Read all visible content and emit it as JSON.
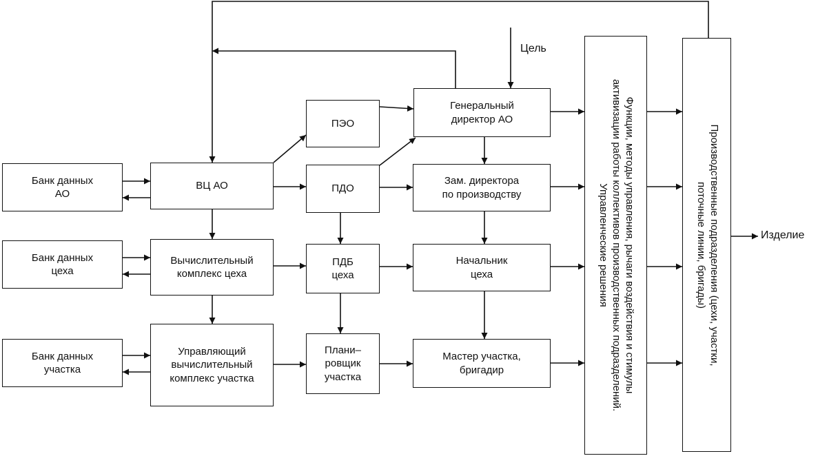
{
  "nodes": {
    "bank_ao": "Банк данных\nАО",
    "bank_shop": "Банк данных\nцеха",
    "bank_area": "Банк данных\nучастка",
    "vc_ao": "ВЦ АО",
    "comp_shop": "Вычислительный\nкомплекс цеха",
    "ctrl_area": "Управляющий\nвычислительный\nкомплекс участка",
    "peo": "ПЭО",
    "pdo": "ПДО",
    "pdb": "ПДБ\nцеха",
    "planner": "Плани–\nровщик\nучастка",
    "gen_dir": "Генеральный\nдиректор АО",
    "deputy": "Зам. директора\nпо производству",
    "shop_head": "Начальник\nцеха",
    "master": "Мастер участка,\nбригадир",
    "functions": "Функции, методы управления, рычаги воздействия и стимулы\nактивизации работы коллективов производственных подразделений.\nУправленческие решения",
    "production": "Производственные подразделения (цехи, участки,\nпоточные линии, бригады)"
  },
  "labels": {
    "goal": "Цель",
    "product": "Изделие"
  }
}
